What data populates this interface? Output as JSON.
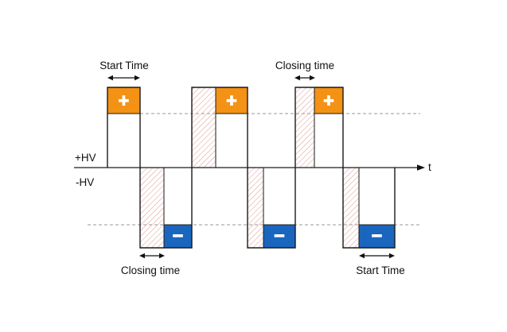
{
  "diagram": {
    "type": "bipolar-high-voltage-pulse-timing-diagram",
    "labels": {
      "start_time_top": "Start Time",
      "closing_time_top": "Closing time",
      "closing_time_bottom": "Closing time",
      "start_time_bottom": "Start Time",
      "positive_rail": "+HV",
      "negative_rail": "-HV",
      "time_axis": "t",
      "plus_symbol": "+",
      "minus_symbol": "−"
    },
    "colors": {
      "positive": "#F39215",
      "negative": "#1A66BE",
      "hatch": "#D88C84",
      "line": "#1A1A1A",
      "dashed": "#9A9A9A"
    },
    "sequence": [
      {
        "polarity": "positive",
        "phases": [
          "on"
        ]
      },
      {
        "polarity": "negative",
        "phases": [
          "closing",
          "on"
        ]
      },
      {
        "polarity": "positive",
        "phases": [
          "closing",
          "on"
        ]
      },
      {
        "polarity": "negative",
        "phases": [
          "closing",
          "on"
        ]
      },
      {
        "polarity": "positive",
        "phases": [
          "closing",
          "on"
        ]
      },
      {
        "polarity": "negative",
        "phases": [
          "closing",
          "on"
        ]
      }
    ]
  }
}
